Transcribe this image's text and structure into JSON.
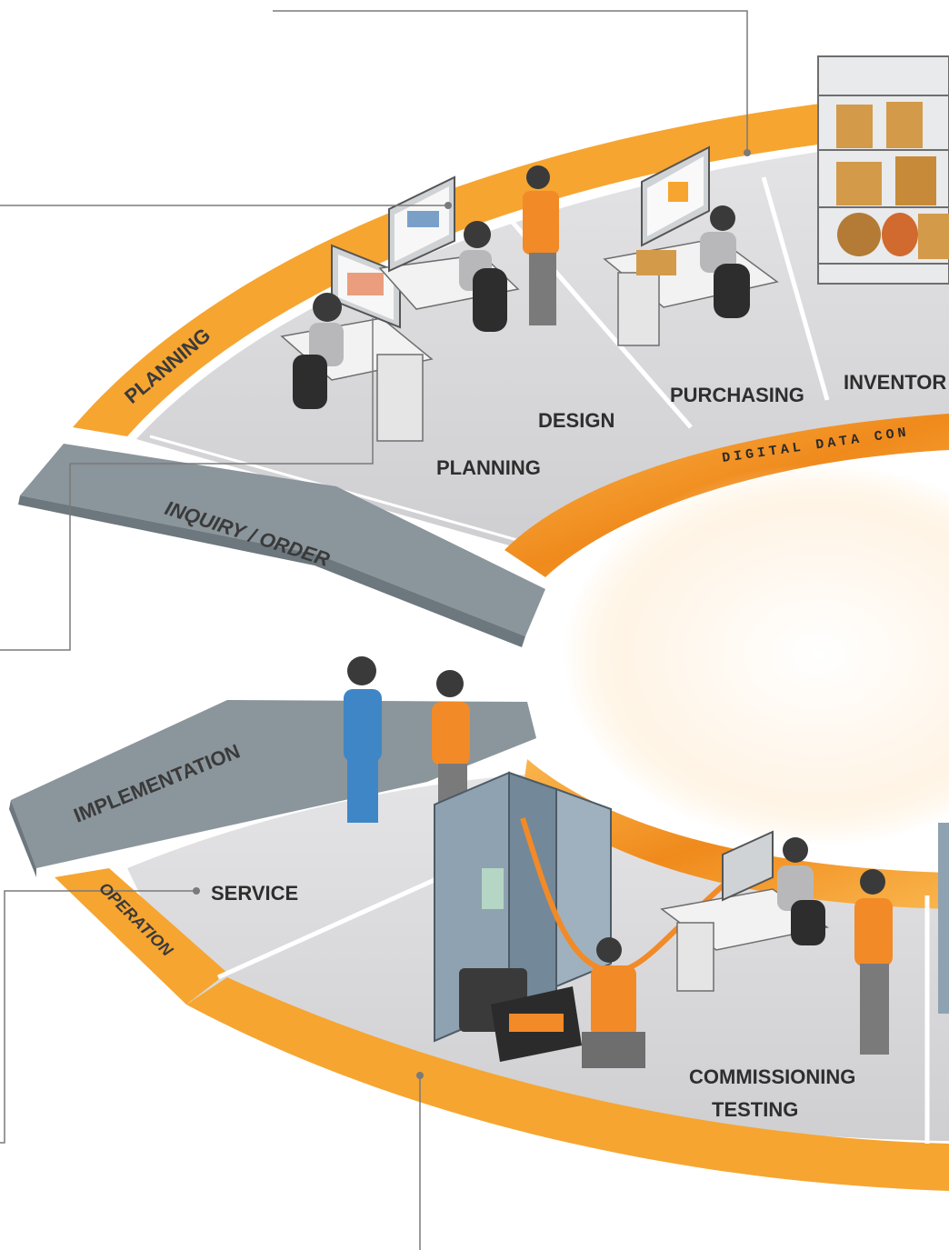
{
  "stages": {
    "planning_band": "PLANNING",
    "inquiry_order": "INQUIRY / ORDER",
    "planning": "PLANNING",
    "design": "DESIGN",
    "purchasing": "PURCHASING",
    "inventory": "INVENTOR",
    "digital_ring": "DIGITAL DATA CON",
    "implementation": "IMPLEMENTATION",
    "operation": "OPERATION",
    "service": "SERVICE",
    "commissioning": "COMMISSIONING",
    "testing": "TESTING"
  },
  "colors": {
    "orange": "#f6a531",
    "orange_dark": "#e8891d",
    "floor": "#dcdcde",
    "floor_light": "#ebebed",
    "gray_band": "#8b959c",
    "cabinet": "#8fa2b1",
    "line": "#7a7a7a"
  },
  "icons": {
    "workers": "person-icon",
    "monitors": "monitor-icon",
    "cabinet": "control-cabinet-icon",
    "shelf": "inventory-shelf-icon"
  }
}
